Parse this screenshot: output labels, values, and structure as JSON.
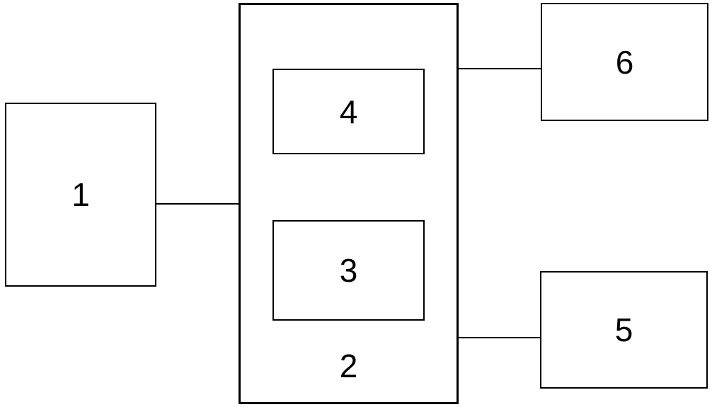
{
  "diagram": {
    "background_color": "#ffffff",
    "line_color": "#000000",
    "nodes": [
      {
        "id": "box-1",
        "label": "1"
      },
      {
        "id": "box-2",
        "label": "2"
      },
      {
        "id": "box-3",
        "label": "3"
      },
      {
        "id": "box-4",
        "label": "4"
      },
      {
        "id": "box-5",
        "label": "5"
      },
      {
        "id": "box-6",
        "label": "6"
      }
    ],
    "containment": [
      {
        "parent": "box-2",
        "children": [
          "box-4",
          "box-3"
        ]
      }
    ],
    "connections": [
      {
        "from": "box-1",
        "to": "box-2",
        "type": "horizontal-line"
      },
      {
        "from": "box-2",
        "to": "box-6",
        "type": "horizontal-line"
      },
      {
        "from": "box-2",
        "to": "box-5",
        "type": "horizontal-line"
      }
    ]
  }
}
